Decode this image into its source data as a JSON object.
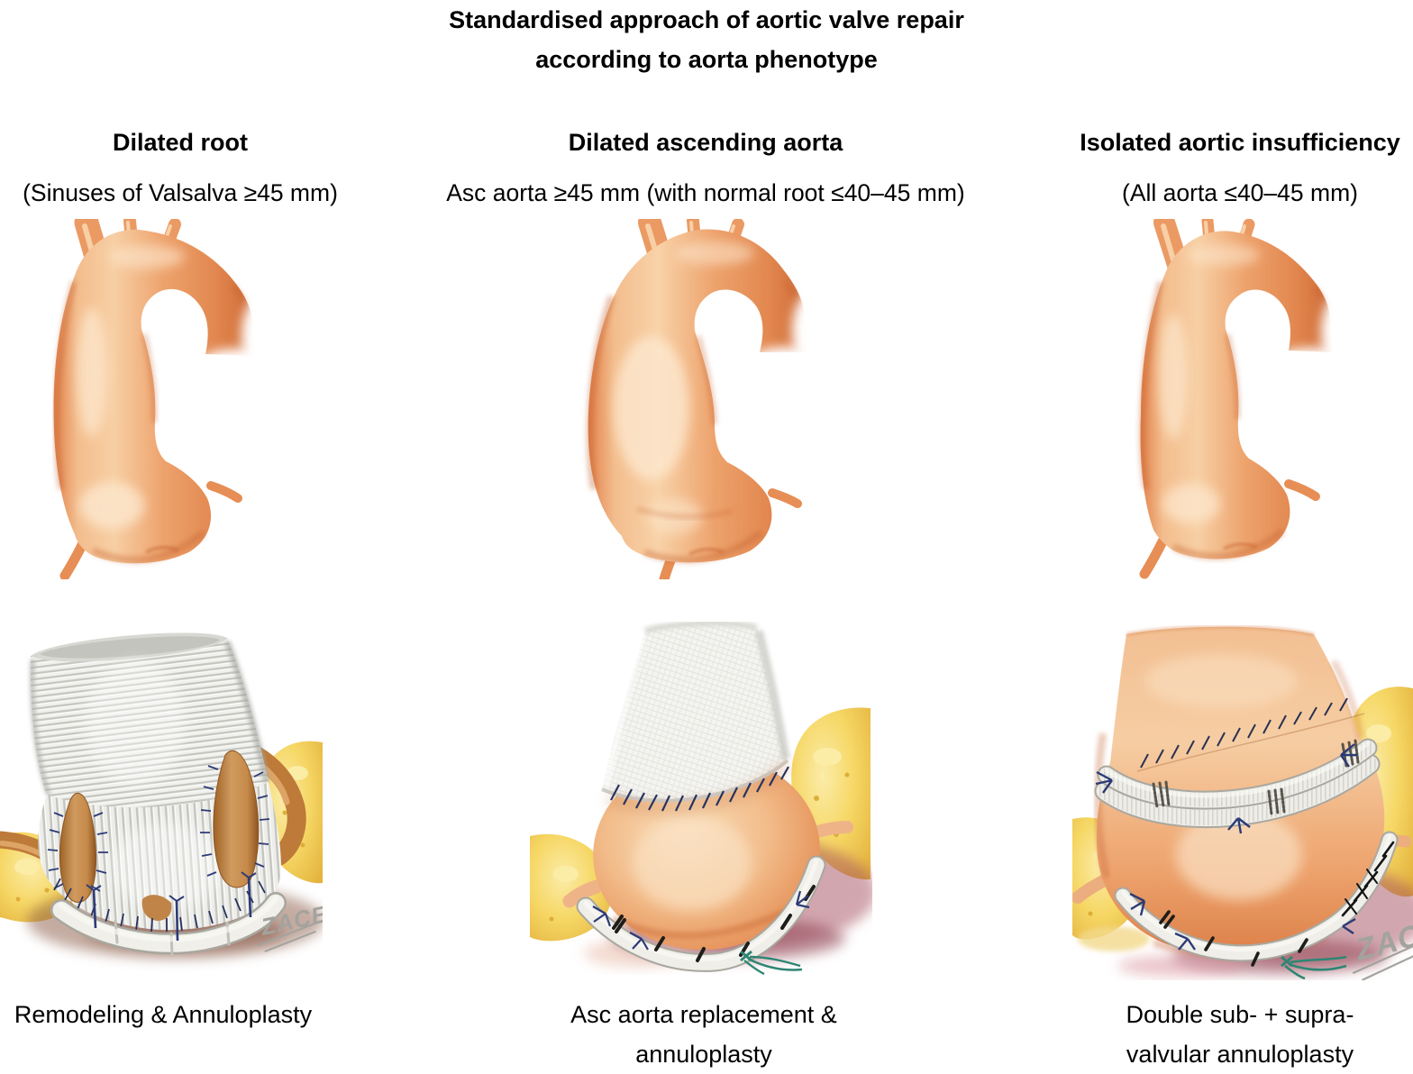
{
  "title": {
    "line1": "Standardised approach of aortic valve repair",
    "line2": "according to aorta phenotype"
  },
  "columns": [
    {
      "heading": "Dilated root",
      "criteria": "(Sinuses of Valsalva ≥45 mm)",
      "procedure": {
        "line1": "Remodeling & Annuloplasty",
        "line2": ""
      }
    },
    {
      "heading": "Dilated ascending aorta",
      "criteria": "Asc aorta ≥45 mm (with normal root ≤40–45 mm)",
      "procedure": {
        "line1": "Asc aorta replacement &",
        "line2": "annuloplasty"
      }
    },
    {
      "heading": "Isolated aortic insufficiency",
      "criteria": "(All aorta ≤40–45 mm)",
      "procedure": {
        "line1": "Double sub- + supra-",
        "line2": "valvular annuloplasty"
      }
    }
  ],
  "signature": "ZACE",
  "palette": {
    "background": "#ffffff",
    "text": "#000000",
    "aorta_light": "#f8d0a4",
    "aorta_mid": "#efa471",
    "aorta_dark": "#dd7b44",
    "aorta_deep": "#c4602f",
    "graft_white": "#f1f1ee",
    "graft_rib": "#c9c9c4",
    "fat_yellow": "#f5d45e",
    "fat_light": "#fbeba8",
    "pericardium_maroon": "#a64f5e",
    "tissue_tan": "#c88c50",
    "suture_navy": "#2c3a76",
    "suture_green": "#2f8573",
    "signature_gray": "#a3a39e"
  }
}
